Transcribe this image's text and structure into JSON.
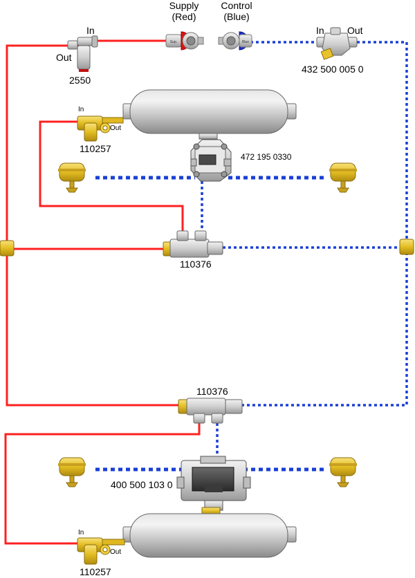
{
  "labels": {
    "supply_line1": "Supply",
    "supply_line2": "(Red)",
    "control_line1": "Control",
    "control_line2": "(Blue)",
    "coupling_supply_text": "Sup.",
    "coupling_control_text": "Blue",
    "pressure_valve_in": "In",
    "pressure_valve_out": "Out",
    "pressure_valve_part": "2550",
    "filter_in": "In",
    "filter_out": "Out",
    "filter_part": "432 500 005 0",
    "upper_drain_in": "In",
    "upper_drain_out": "Out",
    "upper_drain_part": "110257",
    "upper_relay_part": "472 195 0330",
    "upper_tee_part": "110376",
    "lower_tee_part": "110376",
    "lower_modulator_part": "400 500 103 0",
    "lower_drain_in": "In",
    "lower_drain_out": "Out",
    "lower_drain_part": "110257"
  },
  "colors": {
    "supply_line": "#ff2020",
    "control_line": "#1a3fd6",
    "component_yellow": "#e8c22a",
    "component_gray": "#c8c8c8",
    "coupling_red": "#e01010",
    "coupling_blue": "#1a30c8"
  }
}
